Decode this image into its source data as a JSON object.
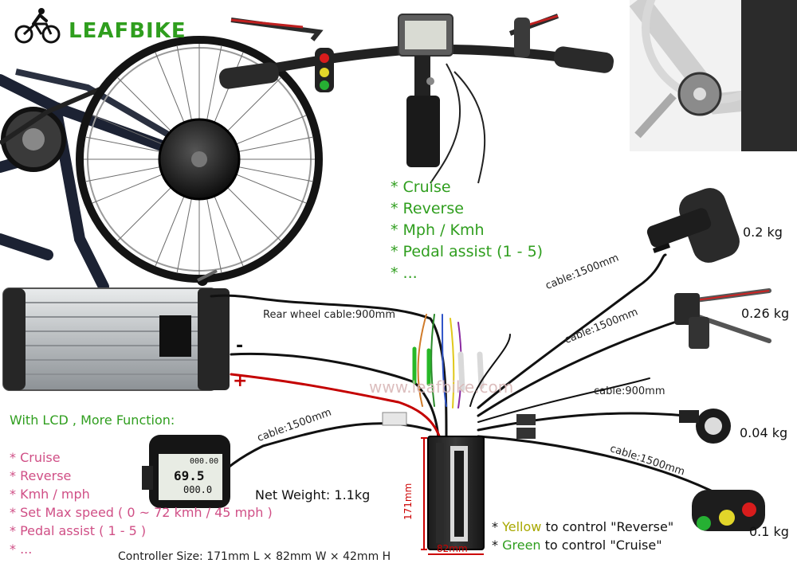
{
  "brand": {
    "name": "LEAFBIKE",
    "watermark": "www.leafbike.com"
  },
  "features_top": [
    "* Cruise",
    "* Reverse",
    "* Mph / Kmh",
    "* Pedal assist (1 - 5)",
    "* ..."
  ],
  "lcd_box": {
    "heading": "With LCD , More Function:",
    "items": [
      "* Cruise",
      "* Reverse",
      "* Kmh / mph",
      "* Set Max speed ( 0 ~ 72 kmh / 45 mph )",
      "* Pedal assist ( 1 - 5 )",
      "* ..."
    ],
    "display_top": "000.00",
    "display_mid": "69.5",
    "display_bot": "000.0"
  },
  "cables": {
    "rear_wheel": "Rear wheel cable:900mm",
    "throttle": "cable:1500mm",
    "brake": "cable:1500mm",
    "pas": "cable:900mm",
    "switch": "cable:1500mm",
    "lcd": "cable:1500mm"
  },
  "weights": {
    "throttle": "0.2 kg",
    "brake": "0.26 kg",
    "pas": "0.04 kg",
    "switch": "0.1 kg"
  },
  "net_weight": "Net Weight: 1.1kg",
  "battery_terminals": {
    "minus": "-",
    "plus": "+"
  },
  "controller": {
    "height_label": "171mm",
    "width_label": "82mm",
    "size_text": "Controller Size: 171mm L × 82mm W × 42mm H"
  },
  "switch_notes": {
    "line1_prefix": "* ",
    "line1_color": "Yellow",
    "line1_suffix": " to control \"Reverse\"",
    "line2_prefix": "* ",
    "line2_color": "Green",
    "line2_suffix": " to control \"Cruise\""
  },
  "colors": {
    "green": "#2f9e1e",
    "pink": "#d04f86",
    "yellow": "#a8a800",
    "cable_red": "#c40000"
  }
}
